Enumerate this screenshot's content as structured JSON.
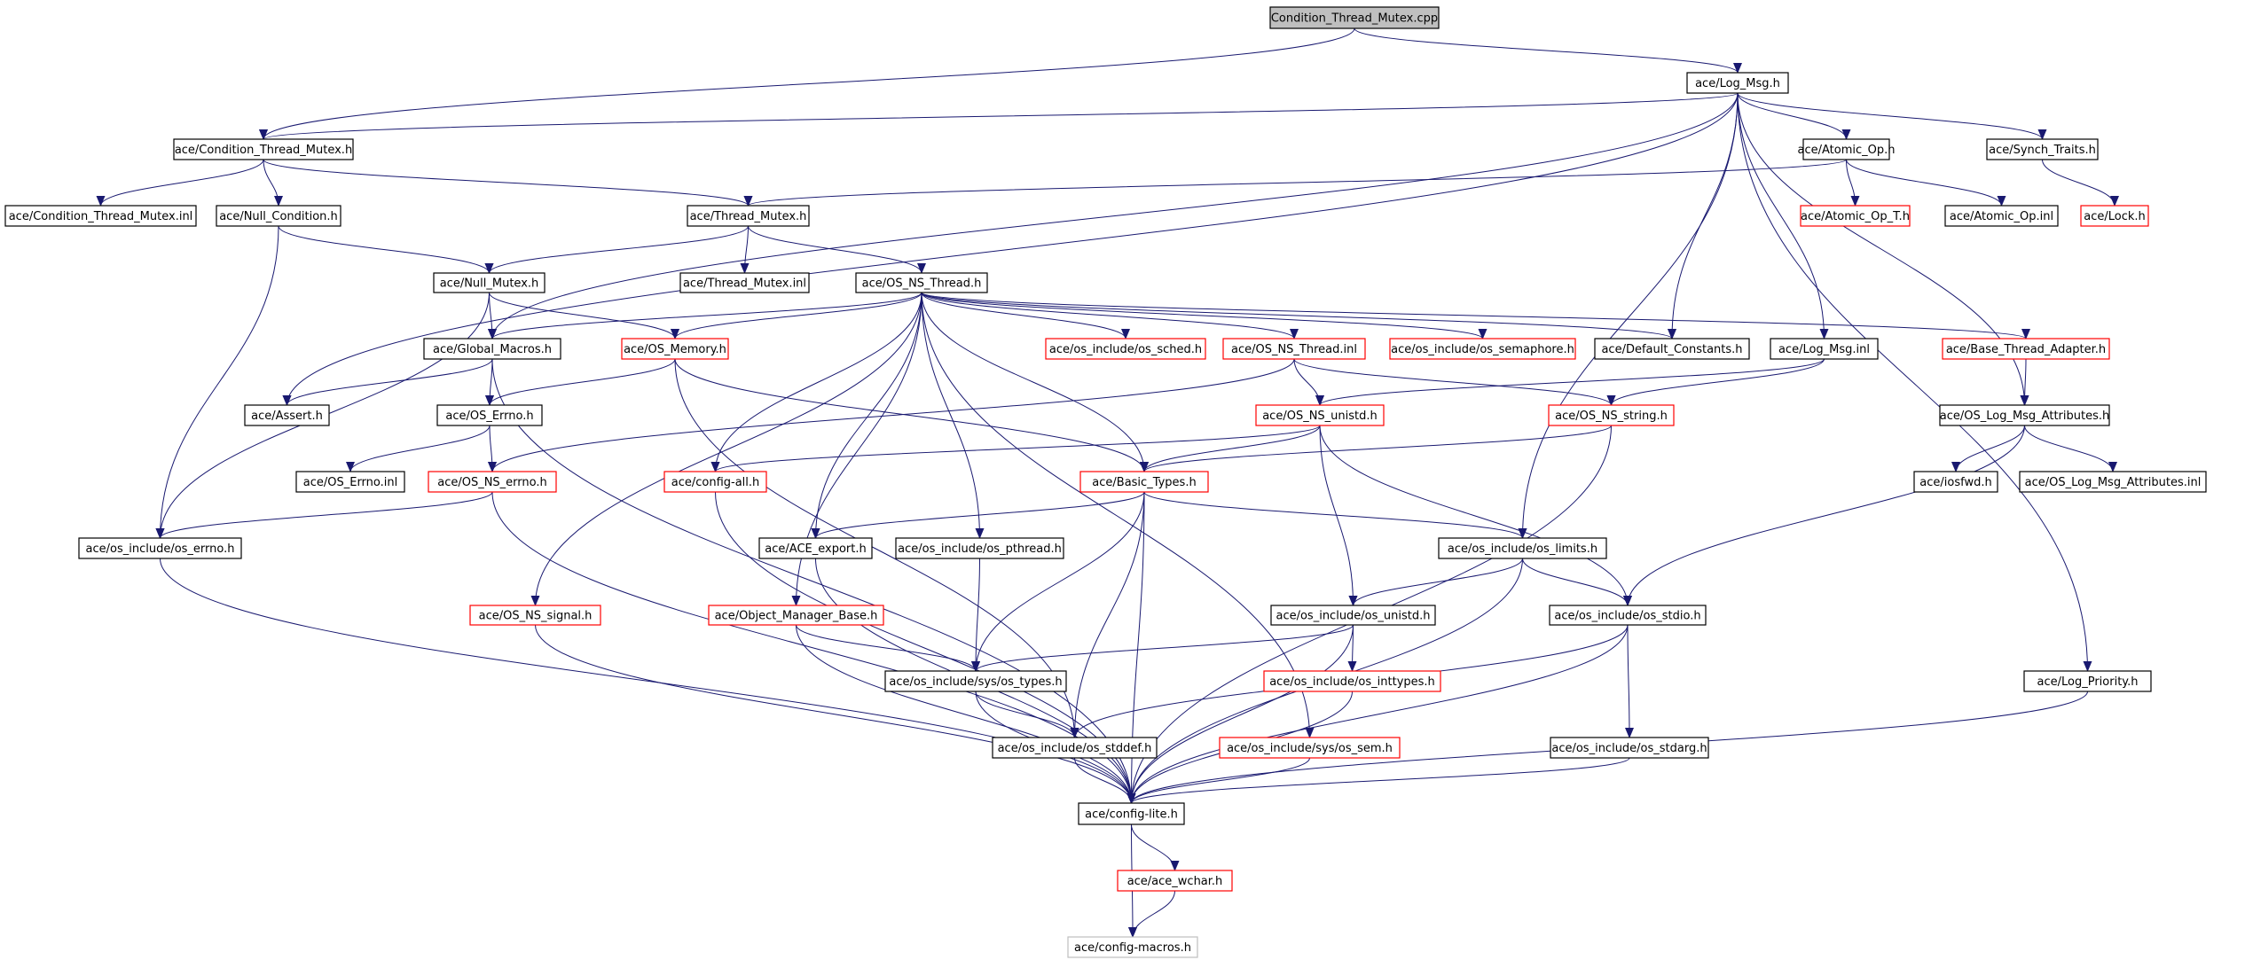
{
  "colors": {
    "edge": "#191970",
    "node_border_black": "#000000",
    "node_border_red": "#ff0000",
    "node_border_grey": "#bfbfbf",
    "root_fill": "#bfbfbf"
  },
  "nodes": [
    {
      "id": "root",
      "label": "Condition_Thread_Mutex.cpp",
      "style": "root"
    },
    {
      "id": "logmsg",
      "label": "ace/Log_Msg.h",
      "style": "black"
    },
    {
      "id": "ctm_h",
      "label": "ace/Condition_Thread_Mutex.h",
      "style": "black"
    },
    {
      "id": "atomic_op",
      "label": "ace/Atomic_Op.h",
      "style": "black"
    },
    {
      "id": "synch_traits",
      "label": "ace/Synch_Traits.h",
      "style": "black"
    },
    {
      "id": "ctm_inl",
      "label": "ace/Condition_Thread_Mutex.inl",
      "style": "black"
    },
    {
      "id": "null_cond",
      "label": "ace/Null_Condition.h",
      "style": "black"
    },
    {
      "id": "thread_mutex",
      "label": "ace/Thread_Mutex.h",
      "style": "black"
    },
    {
      "id": "atomic_op_t",
      "label": "ace/Atomic_Op_T.h",
      "style": "red"
    },
    {
      "id": "atomic_op_inl",
      "label": "ace/Atomic_Op.inl",
      "style": "black"
    },
    {
      "id": "lock",
      "label": "ace/Lock.h",
      "style": "red"
    },
    {
      "id": "null_mutex",
      "label": "ace/Null_Mutex.h",
      "style": "black"
    },
    {
      "id": "thread_mutex_inl",
      "label": "ace/Thread_Mutex.inl",
      "style": "black"
    },
    {
      "id": "os_ns_thread",
      "label": "ace/OS_NS_Thread.h",
      "style": "black"
    },
    {
      "id": "global_macros",
      "label": "ace/Global_Macros.h",
      "style": "black"
    },
    {
      "id": "os_memory",
      "label": "ace/OS_Memory.h",
      "style": "red"
    },
    {
      "id": "os_sched",
      "label": "ace/os_include/os_sched.h",
      "style": "red"
    },
    {
      "id": "os_ns_thread_inl",
      "label": "ace/OS_NS_Thread.inl",
      "style": "red"
    },
    {
      "id": "os_semaphore",
      "label": "ace/os_include/os_semaphore.h",
      "style": "red"
    },
    {
      "id": "default_constants",
      "label": "ace/Default_Constants.h",
      "style": "black"
    },
    {
      "id": "log_msg_inl",
      "label": "ace/Log_Msg.inl",
      "style": "black"
    },
    {
      "id": "base_thread_adapter",
      "label": "ace/Base_Thread_Adapter.h",
      "style": "red"
    },
    {
      "id": "assert",
      "label": "ace/Assert.h",
      "style": "black"
    },
    {
      "id": "os_errno",
      "label": "ace/OS_Errno.h",
      "style": "black"
    },
    {
      "id": "os_ns_unistd",
      "label": "ace/OS_NS_unistd.h",
      "style": "red"
    },
    {
      "id": "os_ns_string",
      "label": "ace/OS_NS_string.h",
      "style": "red"
    },
    {
      "id": "os_log_msg_attr",
      "label": "ace/OS_Log_Msg_Attributes.h",
      "style": "black"
    },
    {
      "id": "os_errno_inl",
      "label": "ace/OS_Errno.inl",
      "style": "black"
    },
    {
      "id": "os_ns_errno",
      "label": "ace/OS_NS_errno.h",
      "style": "red"
    },
    {
      "id": "config_all",
      "label": "ace/config-all.h",
      "style": "red"
    },
    {
      "id": "basic_types",
      "label": "ace/Basic_Types.h",
      "style": "red"
    },
    {
      "id": "iosfwd",
      "label": "ace/iosfwd.h",
      "style": "black"
    },
    {
      "id": "os_log_msg_attr_inl",
      "label": "ace/OS_Log_Msg_Attributes.inl",
      "style": "black"
    },
    {
      "id": "os_inc_errno",
      "label": "ace/os_include/os_errno.h",
      "style": "black"
    },
    {
      "id": "ace_export",
      "label": "ace/ACE_export.h",
      "style": "black"
    },
    {
      "id": "os_pthread",
      "label": "ace/os_include/os_pthread.h",
      "style": "black"
    },
    {
      "id": "os_limits",
      "label": "ace/os_include/os_limits.h",
      "style": "black"
    },
    {
      "id": "os_ns_signal",
      "label": "ace/OS_NS_signal.h",
      "style": "red"
    },
    {
      "id": "object_manager_base",
      "label": "ace/Object_Manager_Base.h",
      "style": "red"
    },
    {
      "id": "os_inc_unistd",
      "label": "ace/os_include/os_unistd.h",
      "style": "black"
    },
    {
      "id": "os_stdio",
      "label": "ace/os_include/os_stdio.h",
      "style": "black"
    },
    {
      "id": "os_types",
      "label": "ace/os_include/sys/os_types.h",
      "style": "black"
    },
    {
      "id": "os_inttypes",
      "label": "ace/os_include/os_inttypes.h",
      "style": "red"
    },
    {
      "id": "log_priority",
      "label": "ace/Log_Priority.h",
      "style": "black"
    },
    {
      "id": "os_stddef",
      "label": "ace/os_include/os_stddef.h",
      "style": "black"
    },
    {
      "id": "os_sem",
      "label": "ace/os_include/sys/os_sem.h",
      "style": "red"
    },
    {
      "id": "os_stdarg",
      "label": "ace/os_include/os_stdarg.h",
      "style": "black"
    },
    {
      "id": "config_lite",
      "label": "ace/config-lite.h",
      "style": "black"
    },
    {
      "id": "ace_wchar",
      "label": "ace/ace_wchar.h",
      "style": "red"
    },
    {
      "id": "config_macros",
      "label": "ace/config-macros.h",
      "style": "grey"
    }
  ],
  "edges": [
    [
      "root",
      "logmsg"
    ],
    [
      "root",
      "ctm_h"
    ],
    [
      "logmsg",
      "ctm_h"
    ],
    [
      "logmsg",
      "atomic_op"
    ],
    [
      "logmsg",
      "synch_traits"
    ],
    [
      "logmsg",
      "global_macros"
    ],
    [
      "logmsg",
      "assert"
    ],
    [
      "logmsg",
      "default_constants"
    ],
    [
      "logmsg",
      "log_msg_inl"
    ],
    [
      "logmsg",
      "os_log_msg_attr"
    ],
    [
      "logmsg",
      "os_limits"
    ],
    [
      "logmsg",
      "log_priority"
    ],
    [
      "ctm_h",
      "ctm_inl"
    ],
    [
      "ctm_h",
      "null_cond"
    ],
    [
      "ctm_h",
      "thread_mutex"
    ],
    [
      "atomic_op",
      "thread_mutex"
    ],
    [
      "atomic_op",
      "atomic_op_t"
    ],
    [
      "atomic_op",
      "atomic_op_inl"
    ],
    [
      "synch_traits",
      "lock"
    ],
    [
      "null_cond",
      "null_mutex"
    ],
    [
      "null_cond",
      "os_inc_errno"
    ],
    [
      "thread_mutex",
      "null_mutex"
    ],
    [
      "thread_mutex",
      "thread_mutex_inl"
    ],
    [
      "thread_mutex",
      "os_ns_thread"
    ],
    [
      "null_mutex",
      "global_macros"
    ],
    [
      "null_mutex",
      "os_memory"
    ],
    [
      "null_mutex",
      "os_inc_errno"
    ],
    [
      "os_ns_thread",
      "global_macros"
    ],
    [
      "os_ns_thread",
      "os_memory"
    ],
    [
      "os_ns_thread",
      "os_sched"
    ],
    [
      "os_ns_thread",
      "os_ns_thread_inl"
    ],
    [
      "os_ns_thread",
      "os_semaphore"
    ],
    [
      "os_ns_thread",
      "default_constants"
    ],
    [
      "os_ns_thread",
      "base_thread_adapter"
    ],
    [
      "os_ns_thread",
      "os_ns_signal"
    ],
    [
      "os_ns_thread",
      "config_all"
    ],
    [
      "os_ns_thread",
      "basic_types"
    ],
    [
      "os_ns_thread",
      "ace_export"
    ],
    [
      "os_ns_thread",
      "os_pthread"
    ],
    [
      "os_ns_thread",
      "object_manager_base"
    ],
    [
      "os_ns_thread",
      "os_sem"
    ],
    [
      "global_macros",
      "assert"
    ],
    [
      "global_macros",
      "os_errno"
    ],
    [
      "global_macros",
      "config_lite"
    ],
    [
      "os_memory",
      "os_errno"
    ],
    [
      "os_memory",
      "basic_types"
    ],
    [
      "os_memory",
      "os_stddef"
    ],
    [
      "os_ns_thread_inl",
      "os_ns_unistd"
    ],
    [
      "os_ns_thread_inl",
      "os_ns_string"
    ],
    [
      "os_ns_thread_inl",
      "os_ns_errno"
    ],
    [
      "log_msg_inl",
      "os_ns_unistd"
    ],
    [
      "log_msg_inl",
      "os_ns_string"
    ],
    [
      "base_thread_adapter",
      "os_log_msg_attr"
    ],
    [
      "os_errno",
      "os_errno_inl"
    ],
    [
      "os_errno",
      "os_ns_errno"
    ],
    [
      "os_ns_unistd",
      "config_all"
    ],
    [
      "os_ns_unistd",
      "basic_types"
    ],
    [
      "os_ns_unistd",
      "os_inc_unistd"
    ],
    [
      "os_ns_unistd",
      "os_stdio"
    ],
    [
      "os_ns_string",
      "basic_types"
    ],
    [
      "os_ns_string",
      "config_lite"
    ],
    [
      "os_log_msg_attr",
      "iosfwd"
    ],
    [
      "os_log_msg_attr",
      "os_log_msg_attr_inl"
    ],
    [
      "os_log_msg_attr",
      "os_stdio"
    ],
    [
      "os_ns_errno",
      "os_inc_errno"
    ],
    [
      "os_ns_errno",
      "config_lite"
    ],
    [
      "config_all",
      "config_lite"
    ],
    [
      "basic_types",
      "ace_export"
    ],
    [
      "basic_types",
      "os_limits"
    ],
    [
      "basic_types",
      "os_types"
    ],
    [
      "basic_types",
      "os_stddef"
    ],
    [
      "basic_types",
      "config_lite"
    ],
    [
      "os_inc_errno",
      "config_lite"
    ],
    [
      "ace_export",
      "config_lite"
    ],
    [
      "os_pthread",
      "os_types"
    ],
    [
      "os_limits",
      "os_inc_unistd"
    ],
    [
      "os_limits",
      "os_stdio"
    ],
    [
      "os_limits",
      "config_lite"
    ],
    [
      "os_ns_signal",
      "config_lite"
    ],
    [
      "object_manager_base",
      "os_types"
    ],
    [
      "object_manager_base",
      "config_lite"
    ],
    [
      "os_inc_unistd",
      "os_types"
    ],
    [
      "os_inc_unistd",
      "os_inttypes"
    ],
    [
      "os_inc_unistd",
      "config_lite"
    ],
    [
      "os_stdio",
      "os_stddef"
    ],
    [
      "os_stdio",
      "os_stdarg"
    ],
    [
      "os_stdio",
      "config_lite"
    ],
    [
      "os_types",
      "os_stddef"
    ],
    [
      "os_types",
      "config_lite"
    ],
    [
      "os_inttypes",
      "config_lite"
    ],
    [
      "log_priority",
      "config_lite"
    ],
    [
      "os_stddef",
      "config_lite"
    ],
    [
      "os_sem",
      "config_lite"
    ],
    [
      "os_stdarg",
      "config_lite"
    ],
    [
      "config_lite",
      "ace_wchar"
    ],
    [
      "config_lite",
      "config_macros"
    ],
    [
      "ace_wchar",
      "config_macros"
    ]
  ]
}
